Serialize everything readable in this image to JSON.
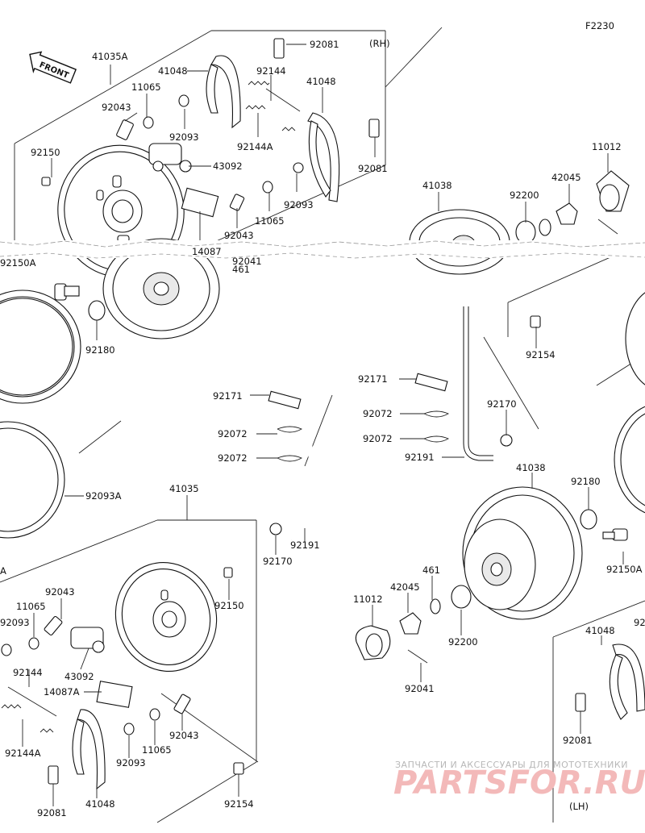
{
  "figure_code": "F2230",
  "front_label": "FRONT",
  "side_labels": {
    "rh": "(RH)",
    "lh": "(LH)"
  },
  "watermark": {
    "tagline": "ЗАПЧАСТИ И АКСЕССУАРЫ ДЛЯ МОТОТЕХНИКИ",
    "brand": "PARTSFOR.RU"
  },
  "callouts": {
    "c01": "41035A",
    "c02": "92081",
    "c03": "41048",
    "c04": "11065",
    "c05": "92144",
    "c06": "92043",
    "c07": "41048",
    "c08": "92093",
    "c09": "92144A",
    "c10": "92150",
    "c11": "43092",
    "c12": "92081",
    "c13": "92093",
    "c14": "11065",
    "c15": "92043",
    "c16": "14087",
    "c17": "92041",
    "c18": "461",
    "c19": "92150A",
    "c20": "92180",
    "c21": "11012",
    "c22": "41038",
    "c23": "92200",
    "c24": "42045",
    "c25": "92154",
    "c26": "92171",
    "c27": "92072",
    "c28": "92072",
    "c29": "92171",
    "c30": "92072",
    "c31": "92072",
    "c32": "92170",
    "c33": "92191",
    "c34": "92093A",
    "c35": "41035",
    "c36": "92150",
    "c37": "92191",
    "c38": "92170",
    "c39": "41038",
    "c40": "92180",
    "c41": "92043",
    "c42": "11065",
    "c43": "92093",
    "c44": "43092",
    "c45": "461",
    "c46": "42045",
    "c47": "11012",
    "c48": "92200",
    "c49": "92150A",
    "c50": "92144",
    "c51": "14087A",
    "c52": "92043",
    "c53": "11065",
    "c54": "92093",
    "c55": "92041",
    "c56": "92144A",
    "c57": "92081",
    "c58": "41048",
    "c59": "92154",
    "c60": "41048",
    "c61": "92081",
    "c62": "A",
    "c63": "92"
  },
  "icons": [
    "front-arrow-icon"
  ]
}
